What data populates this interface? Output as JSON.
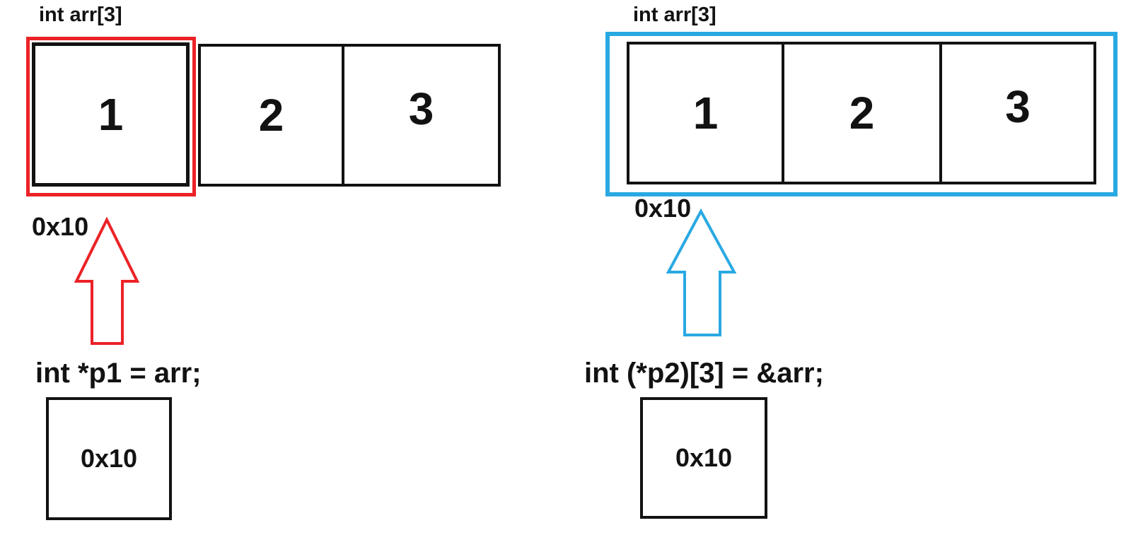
{
  "colors": {
    "red_highlight": "#EC2227",
    "blue_highlight": "#29A9E2",
    "ink": "#121212"
  },
  "diagram": {
    "left": {
      "array_label": "int arr[3]",
      "cells": [
        "1",
        "2",
        "3"
      ],
      "address_label": "0x10",
      "code": "int *p1 = arr;",
      "pointer_box_value": "0x10"
    },
    "right": {
      "array_label": "int arr[3]",
      "cells": [
        "1",
        "2",
        "3"
      ],
      "address_label": "0x10",
      "code": "int (*p2)[3] = &arr;",
      "pointer_box_value": "0x10"
    }
  }
}
